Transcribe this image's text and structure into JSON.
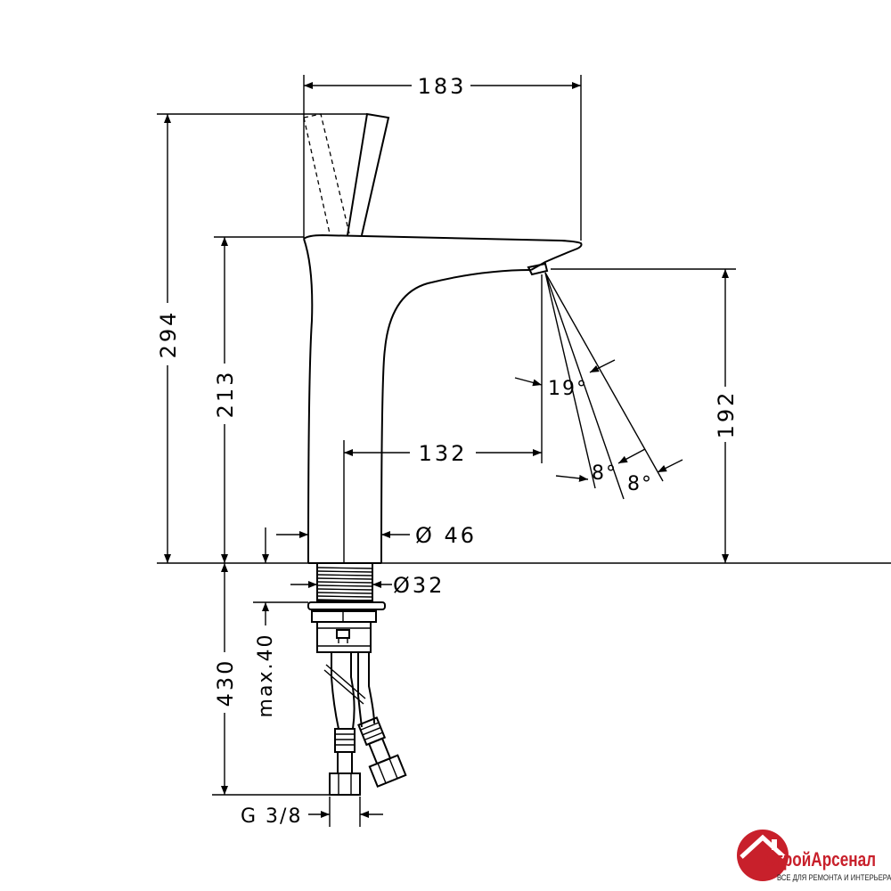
{
  "dimensions": {
    "overall_width": "183",
    "overall_height": "294",
    "spout_height": "213",
    "outlet_height": "192",
    "spout_reach": "132",
    "body_diameter": "Ø 46",
    "shank_diameter": "Ø32",
    "mounting_thickness": "max.40",
    "hose_length": "430",
    "connection_thread": "G 3/8",
    "spray_angle": "19°",
    "tilt_angle_1": "8°",
    "tilt_angle_2": "8°"
  },
  "logo": {
    "name": "СтройАрсенал",
    "tagline": "ВСЕ ДЛЯ РЕМОНТА И ИНТЕРЬЕРА",
    "brand_color": "#c8202b"
  }
}
